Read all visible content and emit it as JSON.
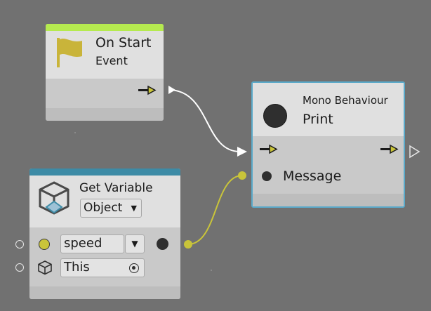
{
  "nodes": {
    "on_start": {
      "title": "On Start",
      "subtitle": "Event",
      "strip_color": "#b5ea4f",
      "icon": "flag-icon"
    },
    "print": {
      "category": "Mono Behaviour",
      "title": "Print",
      "port_label": "Message",
      "icon": "circle-icon",
      "selected_border": "#5aa9c9"
    },
    "get_variable": {
      "title": "Get Variable",
      "kind_value": "Object",
      "name_value": "speed",
      "target_value": "This",
      "icon": "variable-cube-icon",
      "strip_color": "#3d8ba6"
    }
  },
  "wires": {
    "flow_color": "#ffffff",
    "value_color": "#c9c43a"
  }
}
